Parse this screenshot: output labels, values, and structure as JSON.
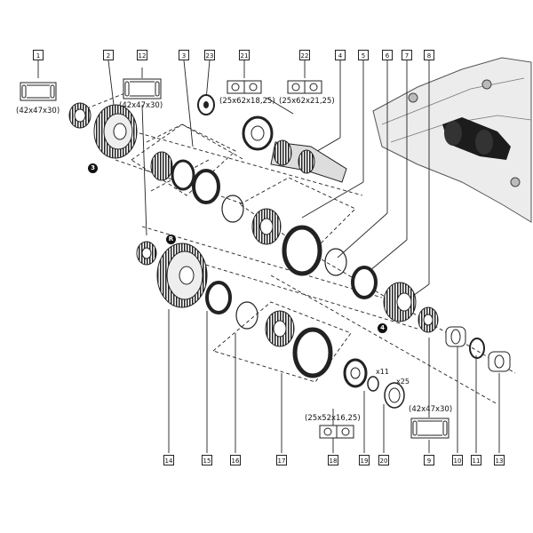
{
  "diagram": {
    "part_refs": [
      "1",
      "2",
      "12",
      "3",
      "23",
      "21",
      "22",
      "4",
      "5",
      "6",
      "7",
      "8",
      "14",
      "15",
      "16",
      "17",
      "18",
      "19",
      "20",
      "9",
      "10",
      "11",
      "13"
    ],
    "specs": {
      "needle_bearing_1": "(42x47x30)",
      "needle_bearing_12": "(42x47x30)",
      "bearing_21": "(25x62x18,25)",
      "bearing_22": "(25x62x21,25)",
      "bearing_18": "(25x52x16,25)",
      "needle_bearing_9": "(42x47x30)"
    },
    "quantities": {
      "shim_19": "x11",
      "washer_20": "x25"
    },
    "badges": {
      "gear_3": "3",
      "gear_r": "R",
      "gear_4": "4"
    }
  }
}
